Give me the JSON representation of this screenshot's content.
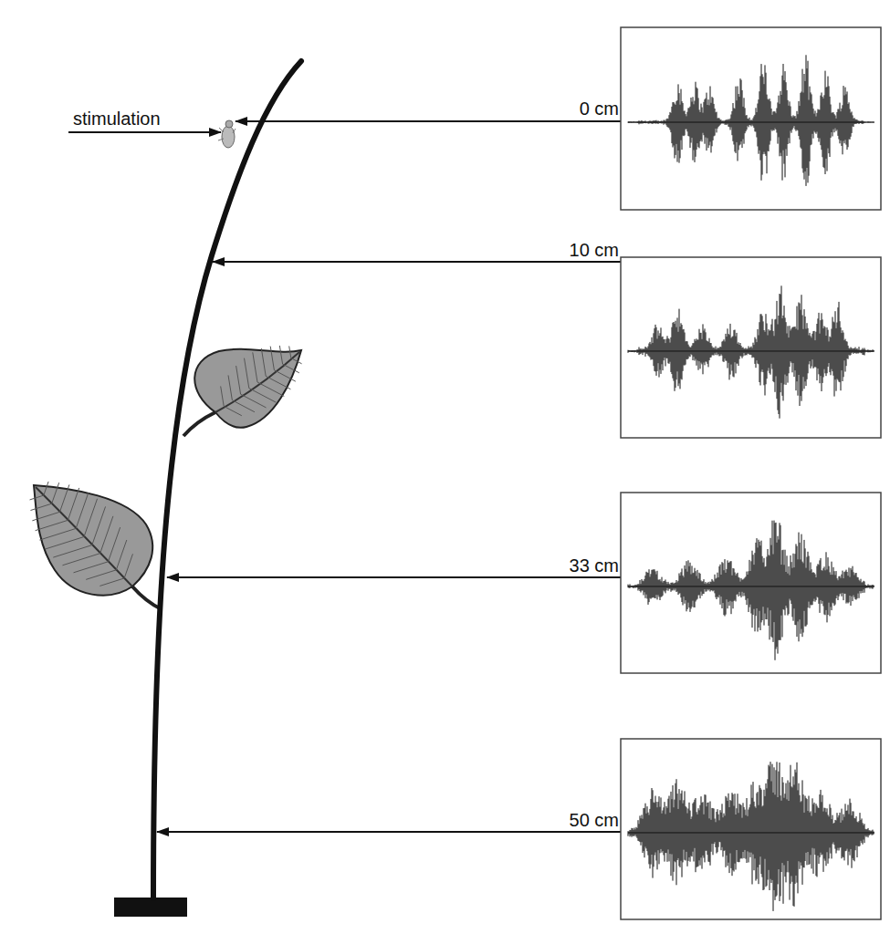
{
  "diagram": {
    "labels": [
      "stimulation",
      "0 cm",
      "10 cm",
      "33 cm",
      "50 cm"
    ]
  }
}
